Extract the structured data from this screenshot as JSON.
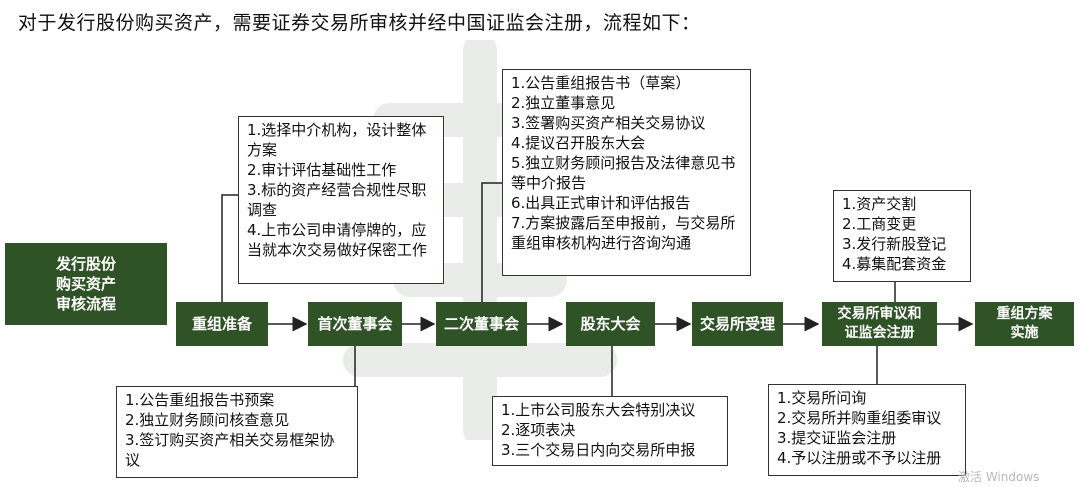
{
  "title": "对于发行股份购买资产，需要证券交易所审核并经中国证监会注册，流程如下：",
  "side_label": "发行股份\n购买资产\n审核流程",
  "steps": [
    {
      "label": "重组准备"
    },
    {
      "label": "首次董事会"
    },
    {
      "label": "二次董事会"
    },
    {
      "label": "股东大会"
    },
    {
      "label": "交易所受理"
    },
    {
      "label": "交易所审议和\n证监会注册"
    },
    {
      "label": "重组方案\n实施"
    }
  ],
  "boxes": {
    "prep": [
      "1.选择中介机构，设计整体方案",
      "2.审计评估基础性工作",
      "3.标的资产经营合规性尽职调查",
      "4.上市公司申请停牌的，应当就本次交易做好保密工作"
    ],
    "first_board": [
      "1.公告重组报告书预案",
      "2.独立财务顾问核查意见",
      "3.签订购买资产相关交易框架协议"
    ],
    "second_board": [
      "1.公告重组报告书（草案）",
      "2.独立董事意见",
      "3.签署购买资产相关交易协议",
      "4.提议召开股东大会",
      "5.独立财务顾问报告及法律意见书等中介报告",
      "6.出具正式审计和评估报告",
      "7.方案披露后至申报前，与交易所重组审核机构进行咨询沟通"
    ],
    "shareholders": [
      "1.上市公司股东大会特别决议",
      "2.逐项表决",
      "3.三个交易日内向交易所申报"
    ],
    "review": [
      "1.交易所问询",
      "2.交易所并购重组委审议",
      "3.提交证监会注册",
      "4.予以注册或不予以注册"
    ],
    "implement": [
      "1.资产交割",
      "2.工商变更",
      "3.发行新股登记",
      "4.募集配套资金"
    ]
  },
  "footer_mark": "激活 Windows",
  "colors": {
    "step_fill": "#2f5226",
    "step_text": "#ffffff",
    "line": "#222222"
  }
}
